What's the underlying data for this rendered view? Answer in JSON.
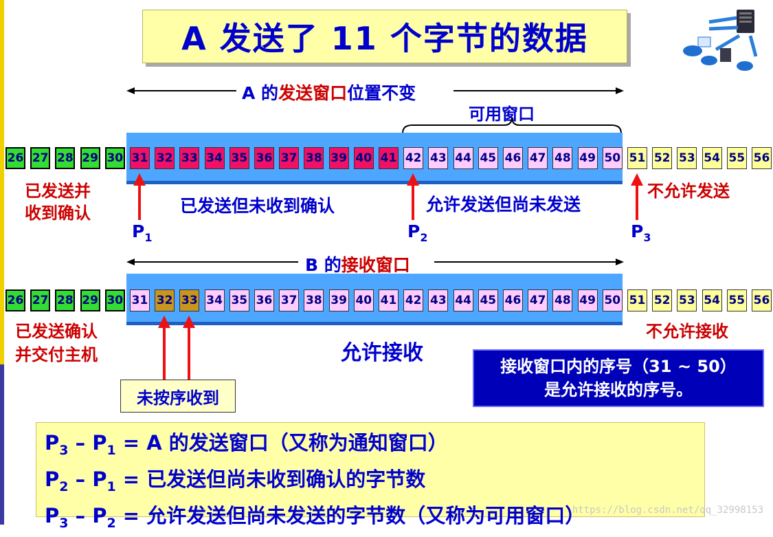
{
  "title": "A 发送了 11 个字节的数据",
  "sender_window": {
    "label_prefix": "A 的",
    "label_red": "发送窗口",
    "label_suffix": "位置不变",
    "usable_window_label": "可用窗口"
  },
  "receiver_window": {
    "label_prefix": "B 的",
    "label_red": "接收窗口"
  },
  "sequence_numbers": [
    "26",
    "27",
    "28",
    "29",
    "30",
    "31",
    "32",
    "33",
    "34",
    "35",
    "36",
    "37",
    "38",
    "39",
    "40",
    "41",
    "42",
    "43",
    "44",
    "45",
    "46",
    "47",
    "48",
    "49",
    "50",
    "51",
    "52",
    "53",
    "54",
    "55",
    "56"
  ],
  "sender_labels": {
    "acked_line1": "已发送并",
    "acked_line2": "收到确认",
    "sent_unacked": "已发送但未收到确认",
    "allowed_unsent": "允许发送但尚未发送",
    "not_allowed": "不允许发送"
  },
  "receiver_labels": {
    "delivered_line1": "已发送确认",
    "delivered_line2": "并交付主机",
    "allowed": "允许接收",
    "not_allowed": "不允许接收",
    "out_of_order": "未按序收到"
  },
  "pointers": {
    "p1": "P",
    "p1_sub": "1",
    "p2": "P",
    "p2_sub": "2",
    "p3": "P",
    "p3_sub": "3"
  },
  "info_box": {
    "line1": "接收窗口内的序号（31 ~ 50）",
    "line2": "是允许接收的序号。"
  },
  "formulas": [
    {
      "a": "P",
      "a_sub": "3",
      "op": " – ",
      "b": "P",
      "b_sub": "1",
      "rest": " = A 的发送窗口（又称为通知窗口）"
    },
    {
      "a": "P",
      "a_sub": "2",
      "op": " – ",
      "b": "P",
      "b_sub": "1",
      "rest": " = 已发送但尚未收到确认的字节数"
    },
    {
      "a": "P",
      "a_sub": "3",
      "op": " – ",
      "b": "P",
      "b_sub": "2",
      "rest": " = 允许发送但尚未发送的字节数（又称为可用窗口）"
    }
  ],
  "watermark": "https://blog.csdn.net/qq_32998153",
  "colors": {
    "acked": "#33dd33",
    "sent_unacked": "#ee1166",
    "window_free": "#ffccff",
    "not_allowed": "#ffff99",
    "out_of_order": "#c8961e",
    "band": "#4da6ff"
  },
  "states": {
    "sender": [
      "acked",
      "acked",
      "acked",
      "acked",
      "acked",
      "sent",
      "sent",
      "sent",
      "sent",
      "sent",
      "sent",
      "sent",
      "sent",
      "sent",
      "sent",
      "sent",
      "free",
      "free",
      "free",
      "free",
      "free",
      "free",
      "free",
      "free",
      "free",
      "out",
      "out",
      "out",
      "out",
      "out",
      "out"
    ],
    "receiver": [
      "acked",
      "acked",
      "acked",
      "acked",
      "acked",
      "free",
      "ooo",
      "ooo",
      "free",
      "free",
      "free",
      "free",
      "free",
      "free",
      "free",
      "free",
      "free",
      "free",
      "free",
      "free",
      "free",
      "free",
      "free",
      "free",
      "free",
      "out",
      "out",
      "out",
      "out",
      "out",
      "out"
    ]
  }
}
